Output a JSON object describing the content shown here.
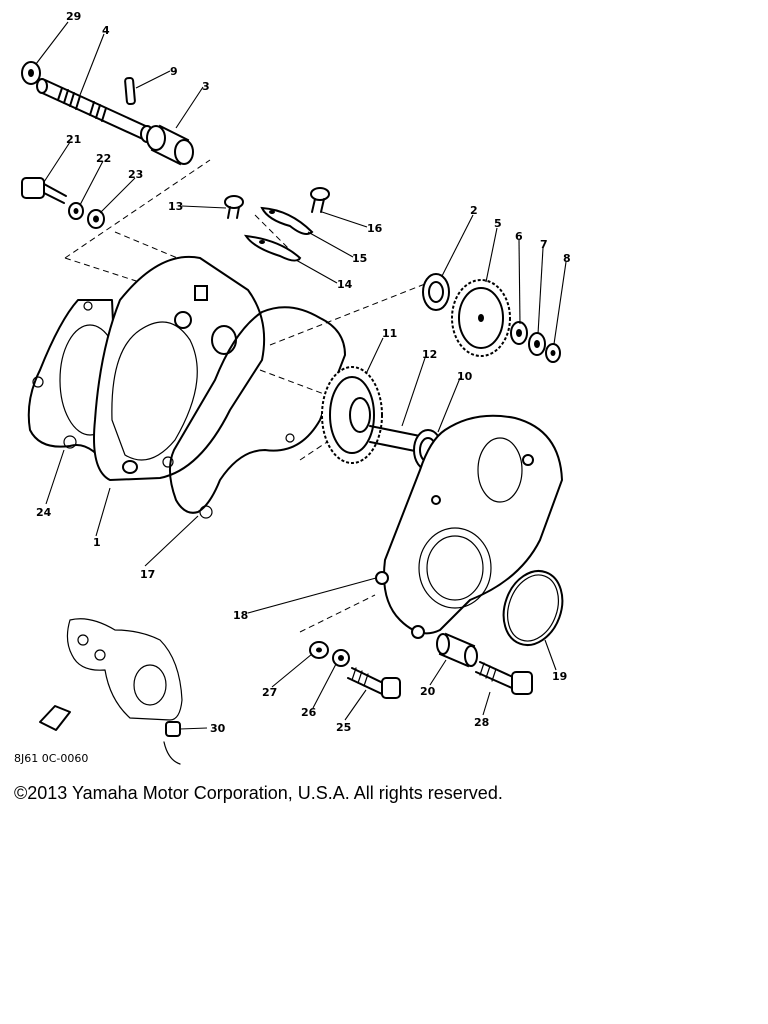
{
  "diagram": {
    "callouts": [
      {
        "id": "c29",
        "text": "29"
      },
      {
        "id": "c4",
        "text": "4"
      },
      {
        "id": "c9",
        "text": "9"
      },
      {
        "id": "c3",
        "text": "3"
      },
      {
        "id": "c21",
        "text": "21"
      },
      {
        "id": "c22",
        "text": "22"
      },
      {
        "id": "c23",
        "text": "23"
      },
      {
        "id": "c13",
        "text": "13"
      },
      {
        "id": "c16",
        "text": "16"
      },
      {
        "id": "c15",
        "text": "15"
      },
      {
        "id": "c14",
        "text": "14"
      },
      {
        "id": "c2",
        "text": "2"
      },
      {
        "id": "c5",
        "text": "5"
      },
      {
        "id": "c6",
        "text": "6"
      },
      {
        "id": "c7",
        "text": "7"
      },
      {
        "id": "c8",
        "text": "8"
      },
      {
        "id": "c11",
        "text": "11"
      },
      {
        "id": "c12",
        "text": "12"
      },
      {
        "id": "c10",
        "text": "10"
      },
      {
        "id": "c24",
        "text": "24"
      },
      {
        "id": "c1",
        "text": "1"
      },
      {
        "id": "c17",
        "text": "17"
      },
      {
        "id": "c18",
        "text": "18"
      },
      {
        "id": "c19",
        "text": "19"
      },
      {
        "id": "c27",
        "text": "27"
      },
      {
        "id": "c26",
        "text": "26"
      },
      {
        "id": "c25",
        "text": "25"
      },
      {
        "id": "c20",
        "text": "20"
      },
      {
        "id": "c28",
        "text": "28"
      },
      {
        "id": "c30",
        "text": "30"
      }
    ],
    "reference_code": "8J61 0C-0060"
  },
  "footer": {
    "copyright": "©2013 Yamaha Motor Corporation, U.S.A. All rights reserved."
  }
}
